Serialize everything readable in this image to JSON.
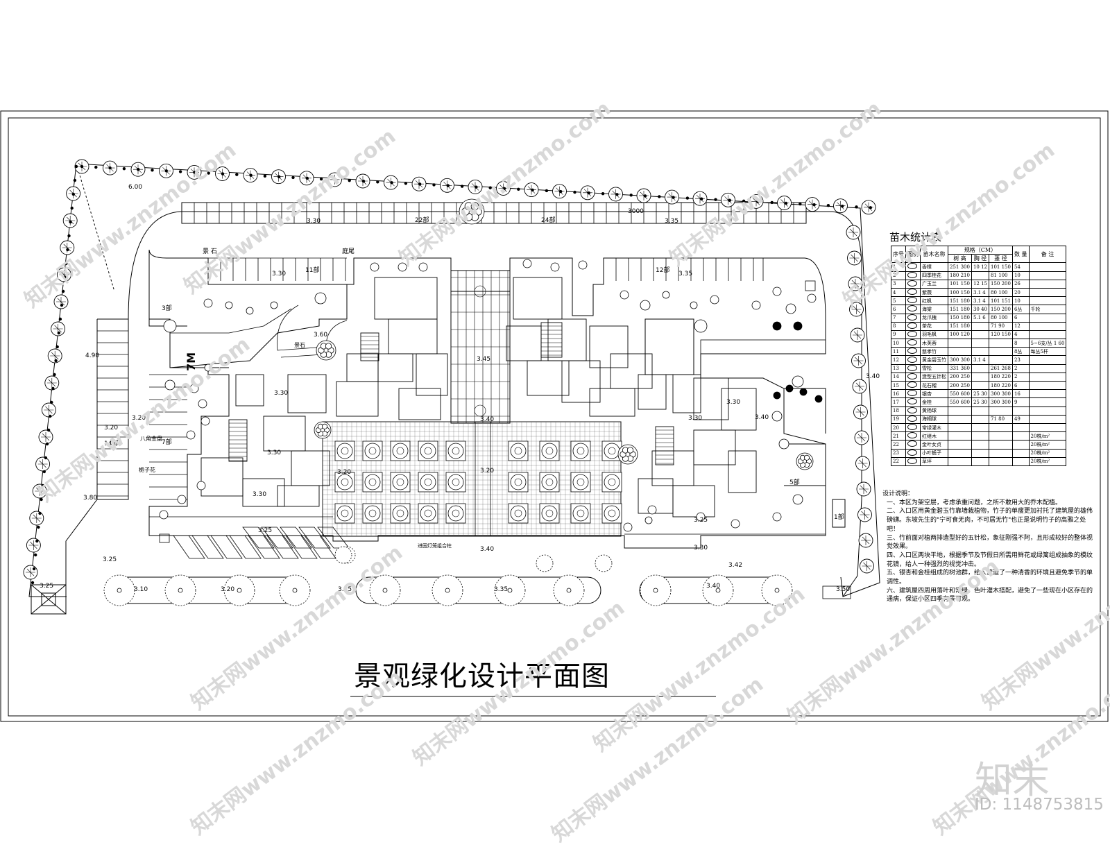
{
  "title": "景观绿化设计平面图",
  "table": {
    "title": "苗木统计表",
    "headers": {
      "no": "序号",
      "legend": "图例",
      "name": "苗木名称",
      "spec": "规格（CM）",
      "qty": "数 量",
      "remark": "备 注"
    },
    "subheaders": [
      "树 高",
      "胸 径",
      "蓬 径"
    ],
    "rows": [
      {
        "no": "1",
        "name": "香樟",
        "h": "251 300",
        "d": "10 12",
        "c": "101 150",
        "q": "54",
        "r": ""
      },
      {
        "no": "2",
        "name": "四季桂花",
        "h": "180 210",
        "d": "",
        "c": "81 100",
        "q": "10",
        "r": ""
      },
      {
        "no": "3",
        "name": "广玉兰",
        "h": "101 150",
        "d": "12 15",
        "c": "150 200",
        "q": "26",
        "r": ""
      },
      {
        "no": "4",
        "name": "紫薇",
        "h": "100 150",
        "d": "3.1 4",
        "c": "80 100",
        "q": "20",
        "r": ""
      },
      {
        "no": "5",
        "name": "红枫",
        "h": "151 180",
        "d": "3.1 4",
        "c": "101 151",
        "q": "10",
        "r": ""
      },
      {
        "no": "6",
        "name": "海棠",
        "h": "151 180",
        "d": "30 40",
        "c": "150 200",
        "q": "6丛",
        "r": "千轮"
      },
      {
        "no": "7",
        "name": "龙爪槐",
        "h": "150 180",
        "d": "5.1 6",
        "c": "80 100",
        "q": "6",
        "r": ""
      },
      {
        "no": "8",
        "name": "茶花",
        "h": "151 180",
        "d": "",
        "c": "71 90",
        "q": "12",
        "r": ""
      },
      {
        "no": "9",
        "name": "羽毛枫",
        "h": "100 120",
        "d": "",
        "c": "120 150",
        "q": "4",
        "r": ""
      },
      {
        "no": "10",
        "name": "木芙蓉",
        "h": "",
        "d": "",
        "c": "",
        "q": "8",
        "r": "5~6支/丛 1 60"
      },
      {
        "no": "11",
        "name": "慈孝竹",
        "h": "",
        "d": "",
        "c": "",
        "q": "8丛",
        "r": "每丛5杆"
      },
      {
        "no": "12",
        "name": "黄金碧玉竹",
        "h": "300 300",
        "d": "3.1 4",
        "c": "",
        "q": "23",
        "r": ""
      },
      {
        "no": "13",
        "name": "雪松",
        "h": "331 360",
        "d": "",
        "c": "261 268",
        "q": "2",
        "r": ""
      },
      {
        "no": "14",
        "name": "造型五针松",
        "h": "200 250",
        "d": "",
        "c": "180 220",
        "q": "2",
        "r": ""
      },
      {
        "no": "15",
        "name": "花石榴",
        "h": "200 250",
        "d": "",
        "c": "180 220",
        "q": "6",
        "r": ""
      },
      {
        "no": "16",
        "name": "银杏",
        "h": "550 600",
        "d": "25 30",
        "c": "300 300",
        "q": "16",
        "r": ""
      },
      {
        "no": "17",
        "name": "金桂",
        "h": "550 600",
        "d": "25 30",
        "c": "300 300",
        "q": "9",
        "r": ""
      },
      {
        "no": "18",
        "name": "黄杨球",
        "h": "",
        "d": "",
        "c": "",
        "q": "",
        "r": ""
      },
      {
        "no": "19",
        "name": "海桐球",
        "h": "",
        "d": "",
        "c": "71 80",
        "q": "49",
        "r": ""
      },
      {
        "no": "20",
        "name": "常绿灌木",
        "h": "",
        "d": "",
        "c": "",
        "q": "",
        "r": ""
      },
      {
        "no": "21",
        "name": "红继木",
        "h": "",
        "d": "",
        "c": "",
        "q": "",
        "r": "20株/m²"
      },
      {
        "no": "22",
        "name": "金叶女贞",
        "h": "",
        "d": "",
        "c": "",
        "q": "",
        "r": "20株/m²"
      },
      {
        "no": "23",
        "name": "小叶栀子",
        "h": "",
        "d": "",
        "c": "",
        "q": "",
        "r": "20株/m²"
      },
      {
        "no": "22",
        "name": "草坪",
        "h": "",
        "d": "",
        "c": "",
        "q": "",
        "r": "20株/m²"
      }
    ]
  },
  "notes": {
    "heading": "设计说明：",
    "items": [
      "一、本区为架空层，考虑承重问题，之所不敢用大的乔木配植。",
      "二、入口区用黄金碧玉竹靠墙栽植物，竹子的单瘦更加衬托了建筑屋的雄伟磅礴。东坡先生的\"宁可食无肉，不可居无竹\"也正是说明竹子的高雅之处吧！",
      "三、竹前面对植两排造型好的五针松，象征刚强不阿，且形成较好的整体视觉效果。",
      "四、入口区两块平地，根据季节及节假日所需用鲜花或绿篱组成抽象的模纹花镜，给人一种强烈的视觉冲击。",
      "五、银杏和金桂组成的树池群，给人营造了一种清香的环境且避免季节的单调性。",
      "六、建筑屋四周用落叶和常绿、色叶灌木搭配，避免了一些现在小区存在的通病，保证小区四季有景可观。"
    ]
  },
  "labels": {
    "parking": [
      "22部",
      "24部",
      "11部",
      "12部",
      "3部",
      "14部",
      "7部",
      "5部",
      "1部"
    ],
    "elev": [
      "6.00",
      "3.30",
      "3000",
      "3.35",
      "3.30",
      "3.35",
      "3.60",
      "3.45",
      "3.40",
      "4.90",
      "3.20",
      "3.20",
      "3.80",
      "3.25",
      "3.25",
      "3.10",
      "3.20",
      "3.25",
      "3.35",
      "3.40",
      "3.50",
      "3.30",
      "3.30",
      "3.30",
      "3.30",
      "3.30",
      "3.40",
      "3.20",
      "3.20",
      "3.25",
      "3.40",
      "3.25",
      "3.42",
      "3.40",
      "3.30"
    ],
    "road": "7M",
    "stone": "景 石",
    "lamp": "庭尾",
    "octagon": "八角金盘",
    "gardenia": "栀子花",
    "entrance": "进园灯笼组合柱",
    "sitename": "景石"
  },
  "watermark": "知末网www.znzmo.com",
  "brand": "知末",
  "id": "ID: 1148753815"
}
